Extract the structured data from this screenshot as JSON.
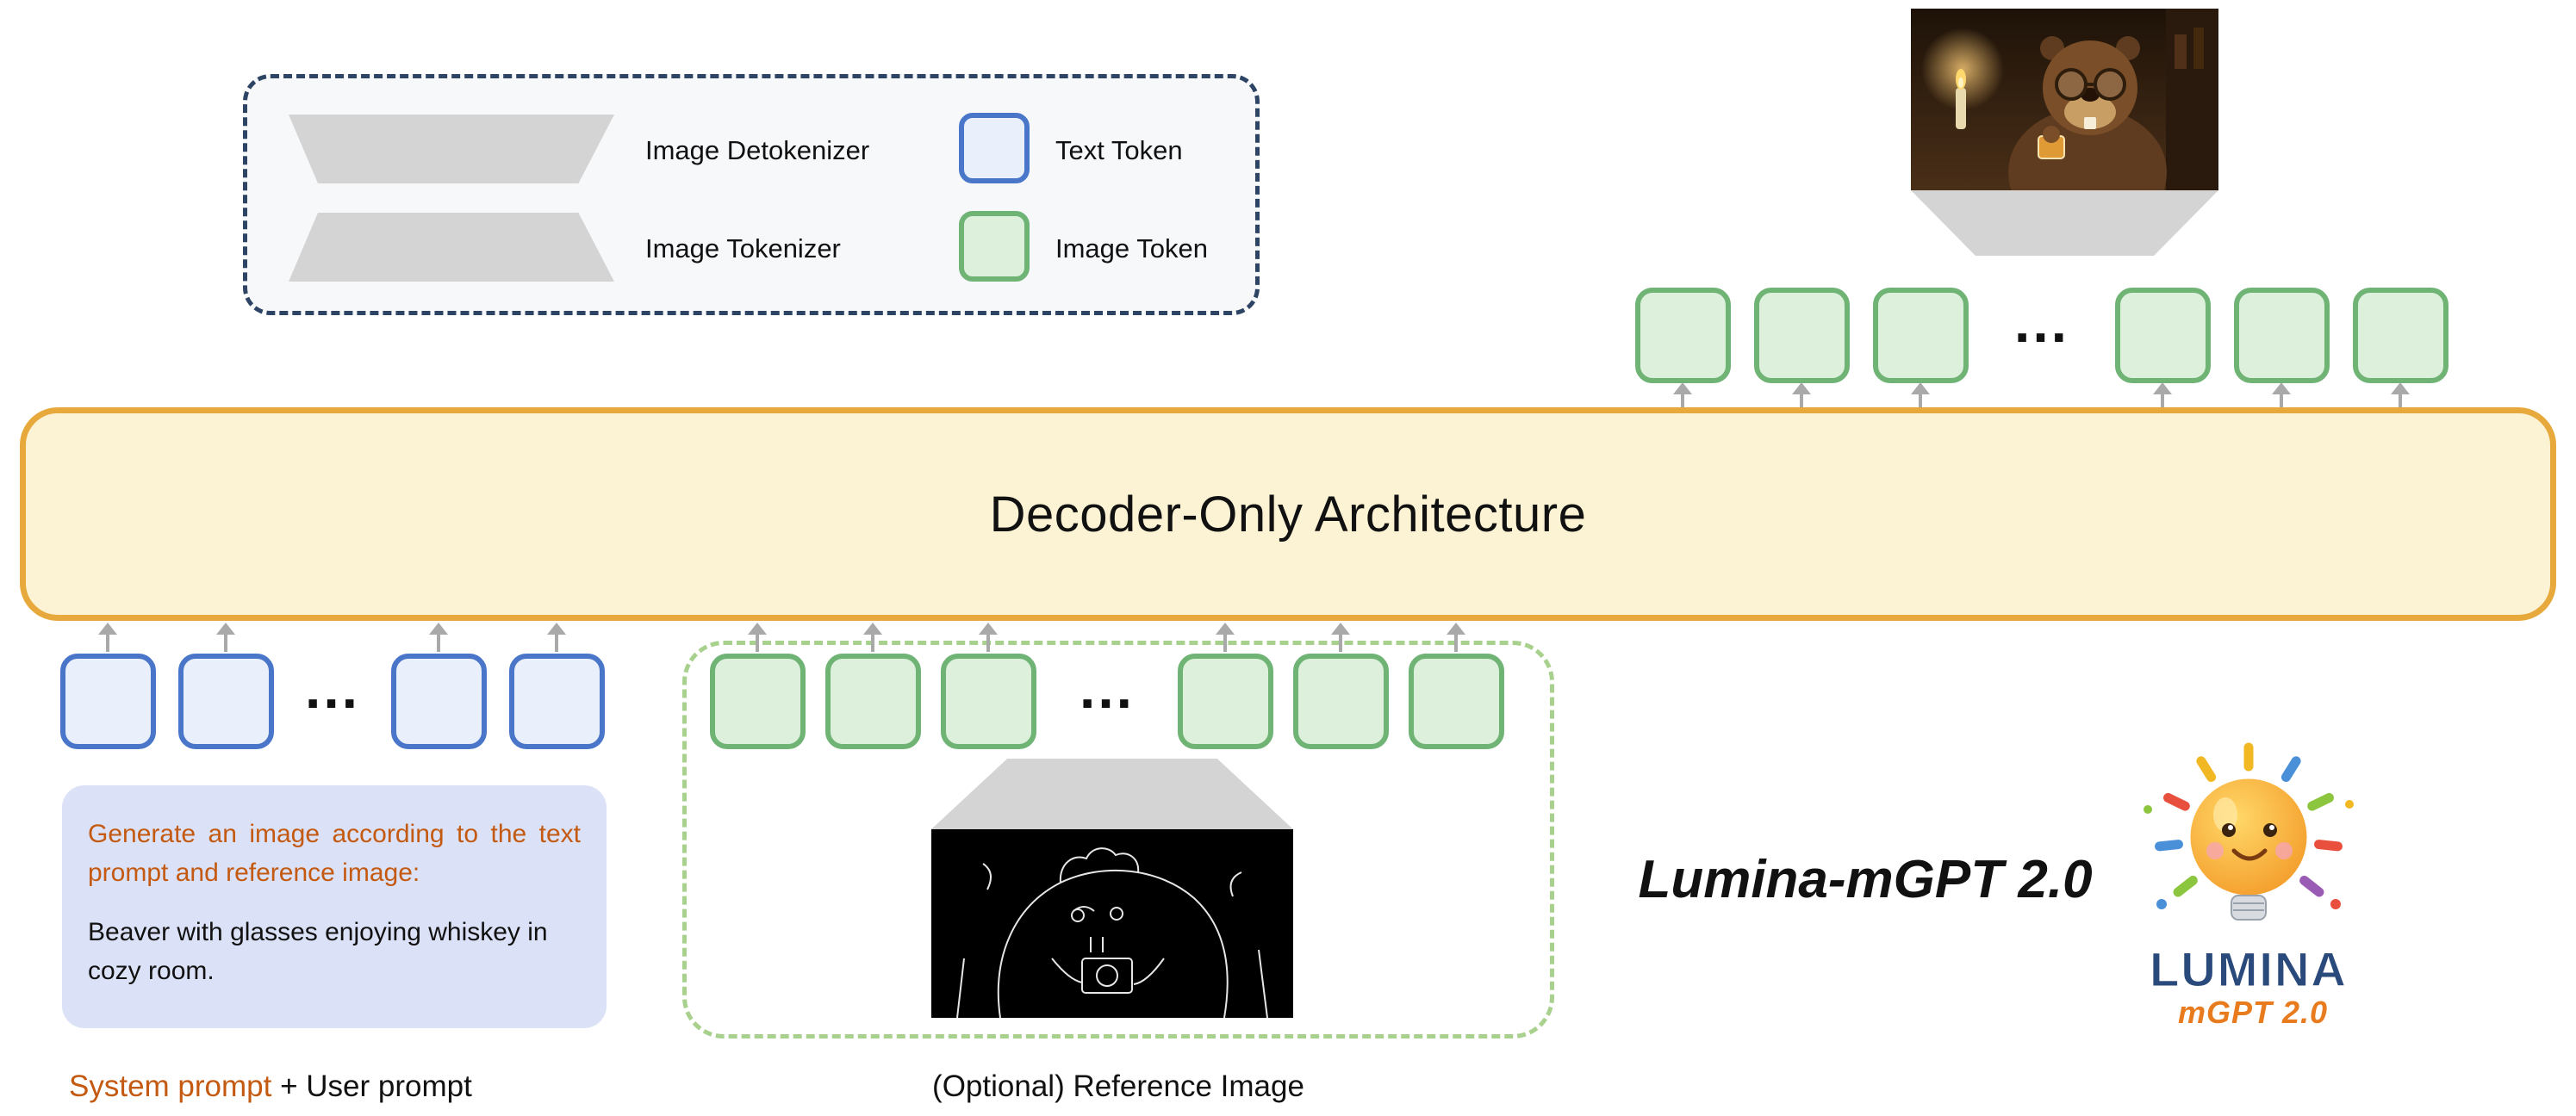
{
  "legend": {
    "detokenizer": "Image Detokenizer",
    "tokenizer": "Image Tokenizer",
    "text_token": "Text Token",
    "image_token": "Image Token"
  },
  "decoder": {
    "label": "Decoder-Only Architecture"
  },
  "tokens": {
    "ellipsis": "..."
  },
  "prompt": {
    "system_text": "Generate an image according to the text prompt and reference image:",
    "user_text": "Beaver with glasses enjoying whiskey in cozy room.",
    "caption_system": "System prompt",
    "caption_plus_user": " + User prompt"
  },
  "reference": {
    "caption": "(Optional) Reference Image"
  },
  "branding": {
    "title": "Lumina-mGPT 2.0",
    "logo_name": "LUMINA",
    "logo_sub": "mGPT 2.0"
  },
  "colors": {
    "decoder_fill": "#FCF3D5",
    "decoder_border": "#E8A93C",
    "text_token_border": "#4A76C9",
    "text_token_fill": "#EAF0FB",
    "image_token_border": "#6FB375",
    "image_token_fill": "#DDF0DC",
    "accent_orange": "#C45A11",
    "legend_border": "#2E4464",
    "dashed_green_border": "#A9D18E",
    "trapezoid_gray": "#D4D4D4"
  }
}
